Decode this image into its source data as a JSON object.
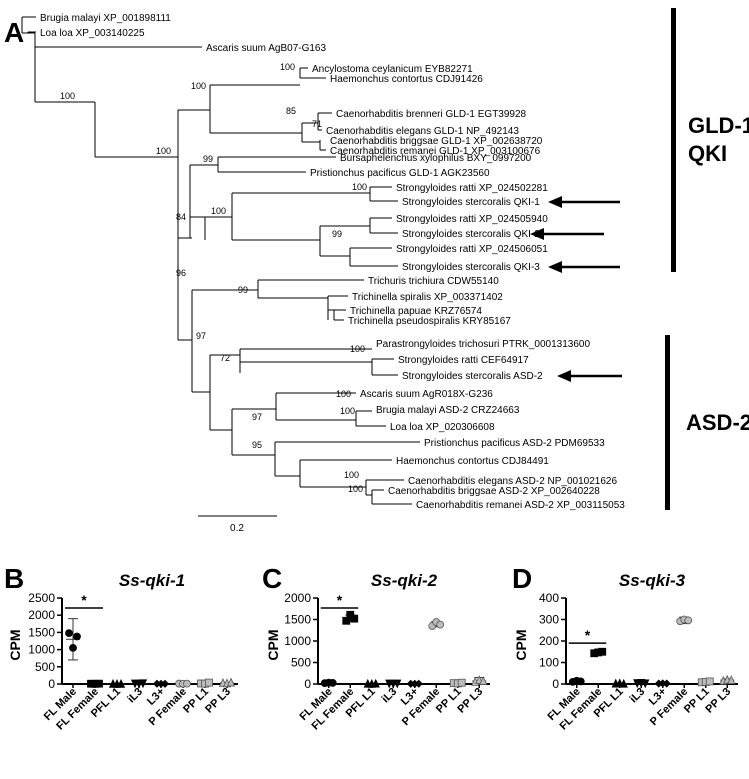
{
  "panels": {
    "A": "A",
    "B": "B",
    "C": "C",
    "D": "D"
  },
  "tree": {
    "scale_label": "0.2",
    "clade_gld1_line1": "GLD-1/",
    "clade_gld1_line2": "QKI",
    "clade_asd2": "ASD-2",
    "leaves": [
      "Brugia malayi XP_001898111",
      "Loa loa XP_003140225",
      "Ascaris suum AgB07-G163",
      "Ancylostoma ceylanicum EYB82271",
      "Haemonchus contortus CDJ91426",
      "Caenorhabditis brenneri GLD-1 EGT39928",
      "Caenorhabditis elegans GLD-1 NP_492143",
      "Caenorhabditis briggsae GLD-1 XP_002638720",
      "Caenorhabditis remanei GLD-1 XP_003100676",
      "Bursaphelenchus xylophilus BXY_0997200",
      "Pristionchus pacificus GLD-1 AGK23560",
      "Strongyloides ratti XP_024502281",
      "Strongyloides stercoralis QKI-1",
      "Strongyloides ratti XP_024505940",
      "Strongyloides stercoralis QKI-2",
      "Strongyloides ratti XP_024506051",
      "Strongyloides stercoralis QKI-3",
      "Trichuris trichiura CDW55140",
      "Trichinella spiralis XP_003371402",
      "Trichinella papuae KRZ76574",
      "Trichinella pseudospiralis KRY85167",
      "Parastrongyloides trichosuri PTRK_0001313600",
      "Strongyloides ratti CEF64917",
      "Strongyloides stercoralis ASD-2",
      "Ascaris suum AgR018X-G236",
      "Brugia malayi ASD-2 CRZ24663",
      "Loa loa XP_020306608",
      "Pristionchus pacificus ASD-2 PDM69533",
      "Haemonchus contortus CDJ84491",
      "Caenorhabditis elegans ASD-2 NP_001021626",
      "Caenorhabditis briggsae ASD-2 XP_002640228",
      "Caenorhabditis remanei ASD-2 XP_003115053"
    ],
    "support": [
      "100",
      "100",
      "100",
      "85",
      "71",
      "100",
      "99",
      "100",
      "100",
      "99",
      "84",
      "96",
      "99",
      "97",
      "100",
      "72",
      "100",
      "100",
      "95",
      "97",
      "100",
      "100"
    ]
  },
  "chart_data": [
    {
      "type": "scatter",
      "panel": "B",
      "title": "Ss-qki-1",
      "ylabel": "CPM",
      "ylim": [
        0,
        2500
      ],
      "yticks": [
        "0",
        "500",
        "1000",
        "1500",
        "2000",
        "2500"
      ],
      "categories": [
        "FL Male",
        "FL Female",
        "PFL L1",
        "iL3",
        "L3+",
        "P Female",
        "PP L1",
        "PP L3"
      ],
      "points": [
        [
          1480,
          1050,
          1380
        ],
        [
          8,
          5,
          10
        ],
        [
          5,
          3,
          4
        ],
        [
          15,
          10,
          20
        ],
        [
          8,
          5,
          6
        ],
        [
          12,
          8,
          10
        ],
        [
          15,
          10,
          40
        ],
        [
          30,
          20,
          45
        ]
      ],
      "means": [
        1300,
        8,
        4,
        15,
        6,
        10,
        20,
        30
      ],
      "sd": [
        600,
        3,
        2,
        5,
        2,
        3,
        20,
        12
      ],
      "significance": {
        "from": 0,
        "to": 1,
        "label": "*"
      }
    },
    {
      "type": "scatter",
      "panel": "C",
      "title": "Ss-qki-2",
      "ylabel": "CPM",
      "ylim": [
        0,
        2000
      ],
      "yticks": [
        "0",
        "500",
        "1000",
        "1500",
        "2000"
      ],
      "categories": [
        "FL Male",
        "FL Female",
        "PFL L1",
        "iL3",
        "L3+",
        "P Female",
        "PP L1",
        "PP L3"
      ],
      "points": [
        [
          20,
          30,
          25
        ],
        [
          1470,
          1610,
          1520
        ],
        [
          5,
          3,
          8
        ],
        [
          10,
          8,
          12
        ],
        [
          5,
          4,
          6
        ],
        [
          1350,
          1440,
          1380
        ],
        [
          20,
          15,
          30
        ],
        [
          50,
          90,
          70
        ]
      ],
      "means": [
        25,
        1535,
        5,
        10,
        5,
        1390,
        22,
        70
      ],
      "sd": [
        5,
        70,
        2,
        2,
        1,
        60,
        8,
        80
      ],
      "significance": {
        "from": 0,
        "to": 1,
        "label": "*"
      }
    },
    {
      "type": "scatter",
      "panel": "D",
      "title": "Ss-qki-3",
      "ylabel": "CPM",
      "ylim": [
        0,
        400
      ],
      "yticks": [
        "0",
        "100",
        "200",
        "300",
        "400"
      ],
      "categories": [
        "FL Male",
        "FL Female",
        "PFL L1",
        "iL3",
        "L3+",
        "P Female",
        "PP L1",
        "PP L3"
      ],
      "points": [
        [
          10,
          15,
          12
        ],
        [
          143,
          147,
          150
        ],
        [
          2,
          3,
          1
        ],
        [
          4,
          5,
          3
        ],
        [
          2,
          3,
          2
        ],
        [
          292,
          300,
          296
        ],
        [
          8,
          10,
          12
        ],
        [
          15,
          20,
          18
        ]
      ],
      "means": [
        12,
        147,
        2,
        4,
        2,
        296,
        10,
        18
      ],
      "sd": [
        3,
        3,
        1,
        1,
        1,
        15,
        3,
        6
      ],
      "significance": {
        "from": 0,
        "to": 1,
        "label": "*"
      }
    }
  ]
}
